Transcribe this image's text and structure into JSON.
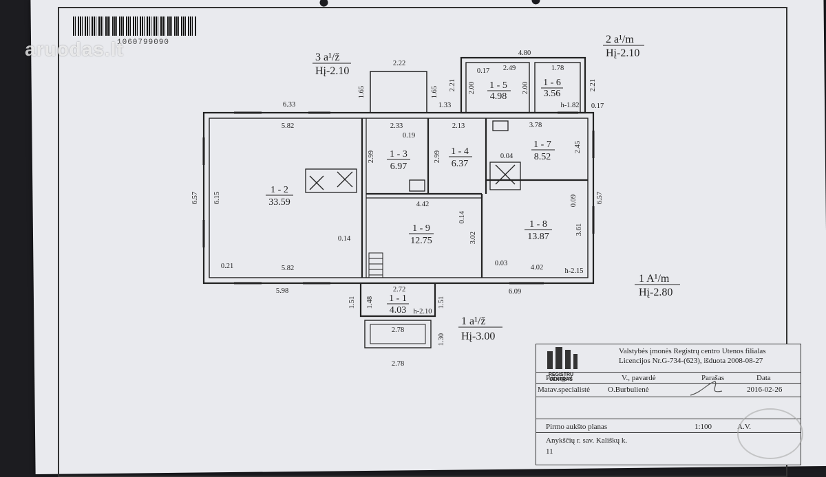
{
  "watermark": "aruodas.lt",
  "barcode_number": "1060799090",
  "floor_headers": {
    "h3": {
      "line1": "3 a¹/ž",
      "line2": "Hį-2.10"
    },
    "h2": {
      "line1": "2 a¹/m",
      "line2": "Hį-2.10"
    },
    "h1": {
      "line1": "1 A¹/m",
      "line2": "Hį-2.80"
    },
    "h1b": {
      "line1": "1 a¹/ž",
      "line2": "Hį-3.00"
    }
  },
  "rooms": [
    {
      "id": "1 - 2",
      "area": "33.59"
    },
    {
      "id": "1 - 3",
      "area": "6.97"
    },
    {
      "id": "1 - 4",
      "area": "6.37"
    },
    {
      "id": "1 - 5",
      "area": "4.98"
    },
    {
      "id": "1 - 6",
      "area": "3.56"
    },
    {
      "id": "1 - 7",
      "area": "8.52"
    },
    {
      "id": "1 - 8",
      "area": "13.87"
    },
    {
      "id": "1 - 9",
      "area": "12.75"
    },
    {
      "id": "1 - 1",
      "area": "4.03"
    }
  ],
  "dimensions": {
    "d6_33": "6.33",
    "d5_82a": "5.82",
    "d5_82b": "5.82",
    "d5_98": "5.98",
    "d6_57a": "6.57",
    "d6_15": "6.15",
    "d0_21": "0.21",
    "d0_14a": "0.14",
    "d2_33": "2.33",
    "d0_19": "0.19",
    "d2_99a": "2.99",
    "d2_13": "2.13",
    "d2_99b": "2.99",
    "d3_78": "3.78",
    "d0_04": "0.04",
    "d2_45": "2.45",
    "d6_57b": "6.57",
    "d0_09": "0.09",
    "d3_61": "3.61",
    "d4_02": "4.02",
    "d0_03": "0.03",
    "dh2_15": "h-2.15",
    "d6_09": "6.09",
    "d4_42": "4.42",
    "d0_14b": "0.14",
    "d3_02": "3.02",
    "d2_22": "2.22",
    "d1_65a": "1.65",
    "d1_65b": "1.65",
    "d1_33": "1.33",
    "d4_80": "4.80",
    "d0_17a": "0.17",
    "d2_49": "2.49",
    "d1_78": "1.78",
    "d2_21a": "2.21",
    "d2_00a": "2.00",
    "d2_00b": "2.00",
    "d2_21b": "2.21",
    "dh1_82": "h-1.82",
    "d0_17b": "0.17",
    "d2_72": "2.72",
    "d1_51a": "1.51",
    "d1_48": "1.48",
    "d1_51b": "1.51",
    "dh2_10": "h-2.10",
    "d2_78a": "2.78",
    "d1_30": "1.30",
    "d2_78b": "2.78"
  },
  "title_block": {
    "org_line1": "Valstybės įmonės Registrų centro Utenos filialas",
    "org_line2": "Licencijos Nr.G-734-(623), išduota 2008-08-27",
    "logo_text": "REGISTRŲ CENTRAS",
    "col_position": "Pareigos",
    "col_name": "V., pavardė",
    "col_signature": "Parašas",
    "col_date": "Data",
    "position": "Matav.specialistė",
    "name": "O.Burbulienė",
    "date": "2016-02-26",
    "plan_title": "Pirmo aukšto planas",
    "scale": "1:100",
    "sheet": "A.V.",
    "address_line1": "Anykščių r. sav. Kališkų k.",
    "address_line2": "11"
  }
}
